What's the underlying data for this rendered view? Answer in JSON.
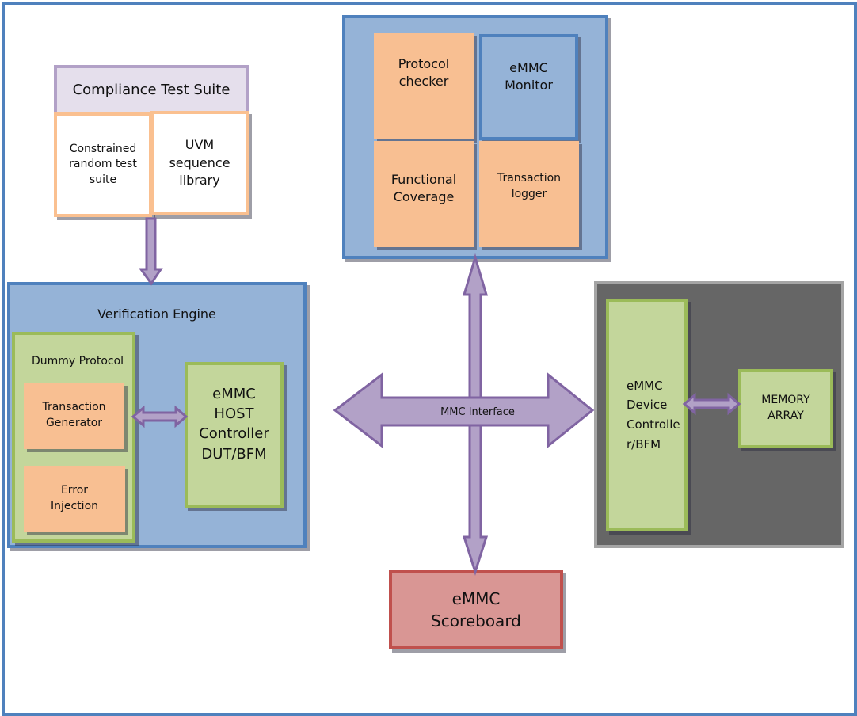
{
  "diagram": {
    "compliance": {
      "title": "Compliance Test Suite",
      "left": "Constrained\nrandom test\nsuite",
      "right": "UVM\nsequence\nlibrary"
    },
    "monitor_group": {
      "protocol_checker": "Protocol\nchecker",
      "emmc_monitor": "eMMC\nMonitor",
      "functional_coverage": "Functional\nCoverage",
      "transaction_logger": "Transaction\nlogger"
    },
    "verification_engine": {
      "title": "Verification Engine",
      "dummy_protocol": {
        "title": "Dummy Protocol",
        "transaction_generator": "Transaction\nGenerator",
        "error_injection": "Error\nInjection"
      },
      "host_controller": "eMMC\nHOST\nController\nDUT/BFM"
    },
    "interface": {
      "label": "MMC Interface"
    },
    "device": {
      "controller": "eMMC\nDevice\nControlle\nr/BFM",
      "memory": "MEMORY\nARRAY"
    },
    "scoreboard": "eMMC\nScoreboard"
  },
  "colors": {
    "frame": "#4f81bd",
    "blue_fill": "#95b3d7",
    "orange_fill": "#f8bf92",
    "green_fill": "#c3d69b",
    "green_border": "#9bbb59",
    "purple_arrow": "#b2a1c7",
    "purple_border": "#8064a2",
    "device_bg": "#666666",
    "scoreboard_fill": "#d99694",
    "scoreboard_border": "#c0504d"
  }
}
